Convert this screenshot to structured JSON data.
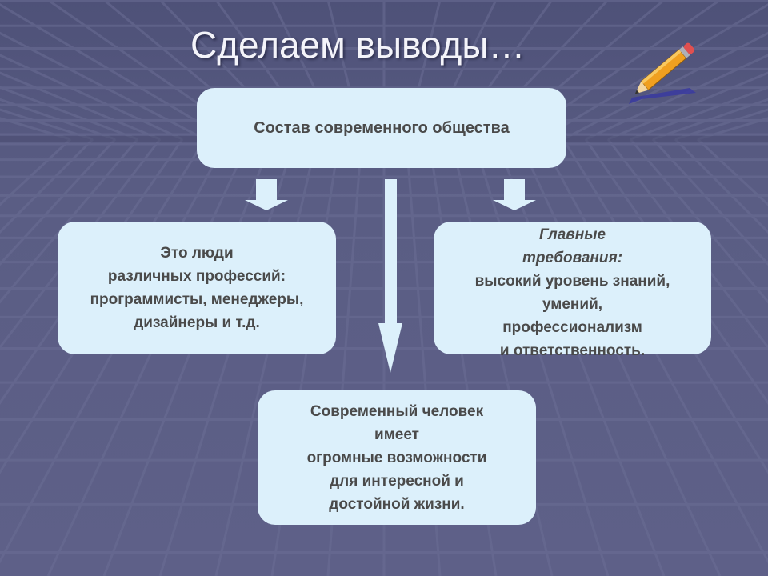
{
  "slide": {
    "title": "Сделаем выводы…",
    "top_box": {
      "text": "Состав современного общества"
    },
    "left_box": {
      "lines": [
        "Это люди",
        "различных профессий:",
        "программисты, менеджеры,",
        "дизайнеры и т.д."
      ]
    },
    "right_box": {
      "label_lines": [
        "Главные",
        "требования:"
      ],
      "lines": [
        "высокий уровень знаний,",
        "умений,",
        "профессионализм",
        "и ответственность."
      ]
    },
    "bottom_box": {
      "lines": [
        "Современный человек",
        "имеет",
        " огромные возможности",
        "для интересной и",
        "достойной жизни."
      ]
    }
  },
  "colors": {
    "background": "#56597f",
    "box_fill": "#dcf0fb",
    "text": "#4a4a4a",
    "arrow": "#dcf0fb",
    "pencil": "#f0a020"
  },
  "icons": [
    "pencil-icon"
  ]
}
